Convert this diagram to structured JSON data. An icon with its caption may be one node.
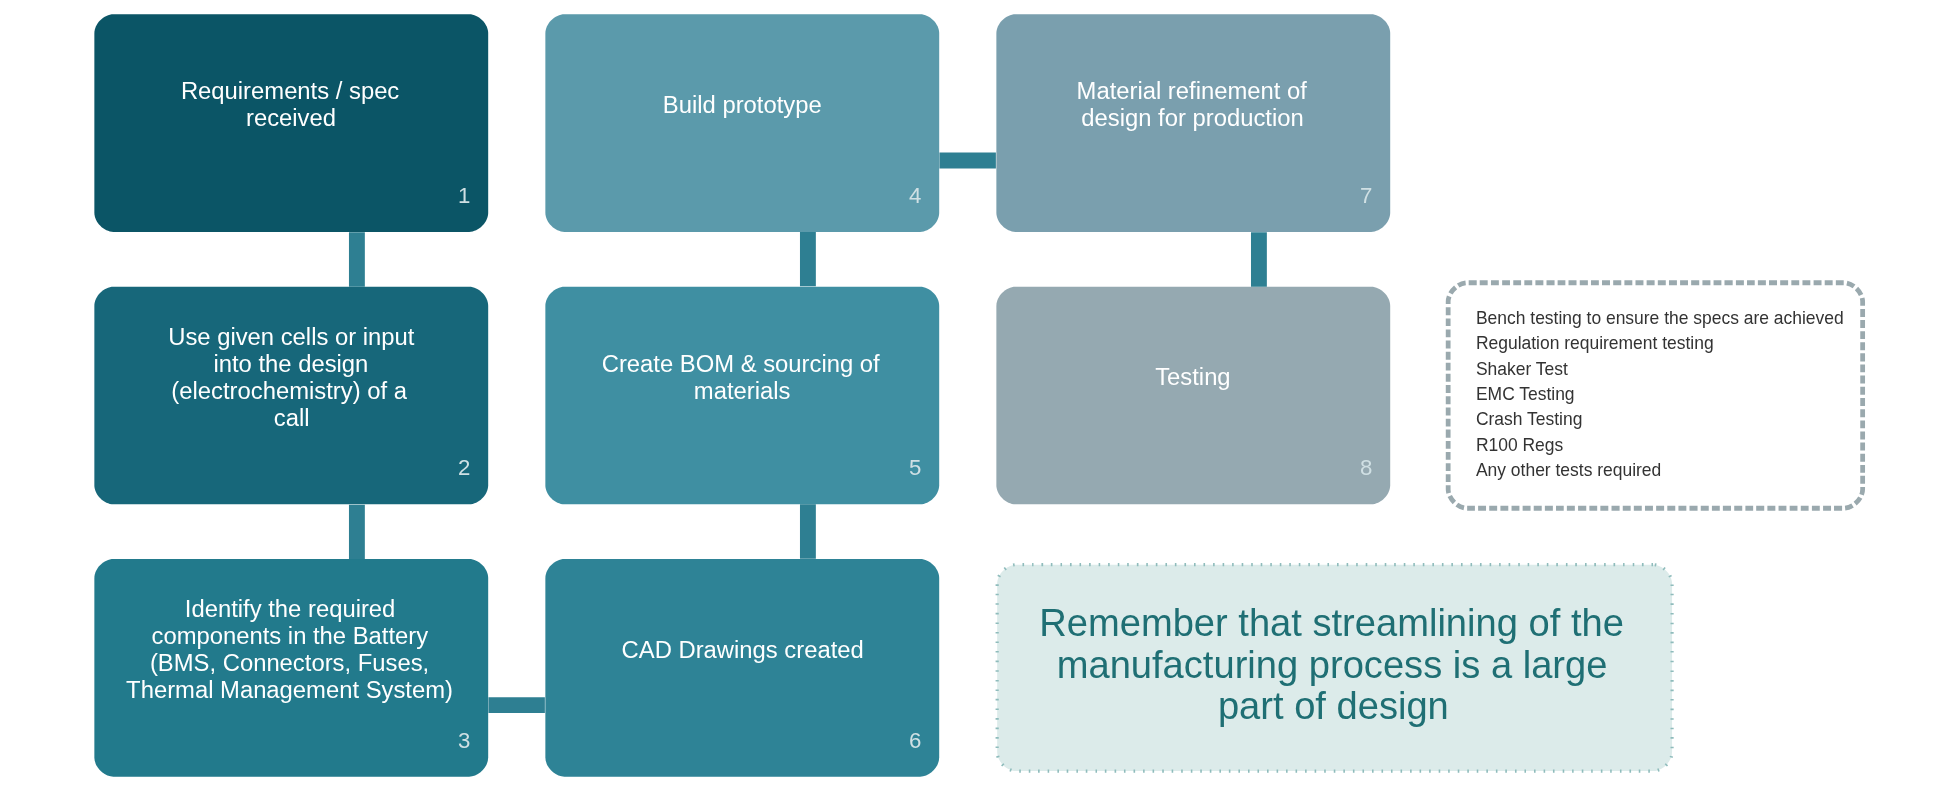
{
  "diagram": {
    "nodes": [
      {
        "text": [
          "Requirements / spec received",
          "1"
        ]
      },
      {
        "text": [
          "Use given cells or input into the design (electrochemistry) of a call",
          "2"
        ]
      },
      {
        "text": [
          "Identify the required components in the Battery (BMS, Connectors, Fuses, Thermal Management System)",
          "3"
        ]
      },
      {
        "text": [
          "Build prototype",
          "4"
        ]
      },
      {
        "text": [
          "Create BOM & sourcing of materials",
          "5"
        ]
      },
      {
        "text": [
          "CAD Drawings created",
          "6"
        ]
      },
      {
        "text": [
          "Material refinement of design for production",
          "7"
        ]
      },
      {
        "text": [
          "Testing",
          "8"
        ]
      },
      {
        "text": [
          "Bench testing to ensure the specs are achieved",
          "Regulation requirement testing",
          "Shaker Test",
          "EMC Testing",
          "Crash Testing",
          "R100 Regs",
          "Any other tests required"
        ]
      },
      {
        "text": [
          "Remember that streamlining of the manufacturing process is a large part of design"
        ]
      }
    ],
    "edges": [
      {
        "from": 0,
        "to": 1,
        "arrow": "none"
      },
      {
        "from": 1,
        "to": 2,
        "arrow": "none"
      },
      {
        "from": 2,
        "to": 5,
        "arrow": "none"
      },
      {
        "from": 5,
        "to": 4,
        "arrow": "none"
      },
      {
        "from": 4,
        "to": 3,
        "arrow": "none"
      },
      {
        "from": 3,
        "to": 6,
        "arrow": "none"
      },
      {
        "from": 6,
        "to": 7,
        "arrow": "none"
      }
    ]
  }
}
